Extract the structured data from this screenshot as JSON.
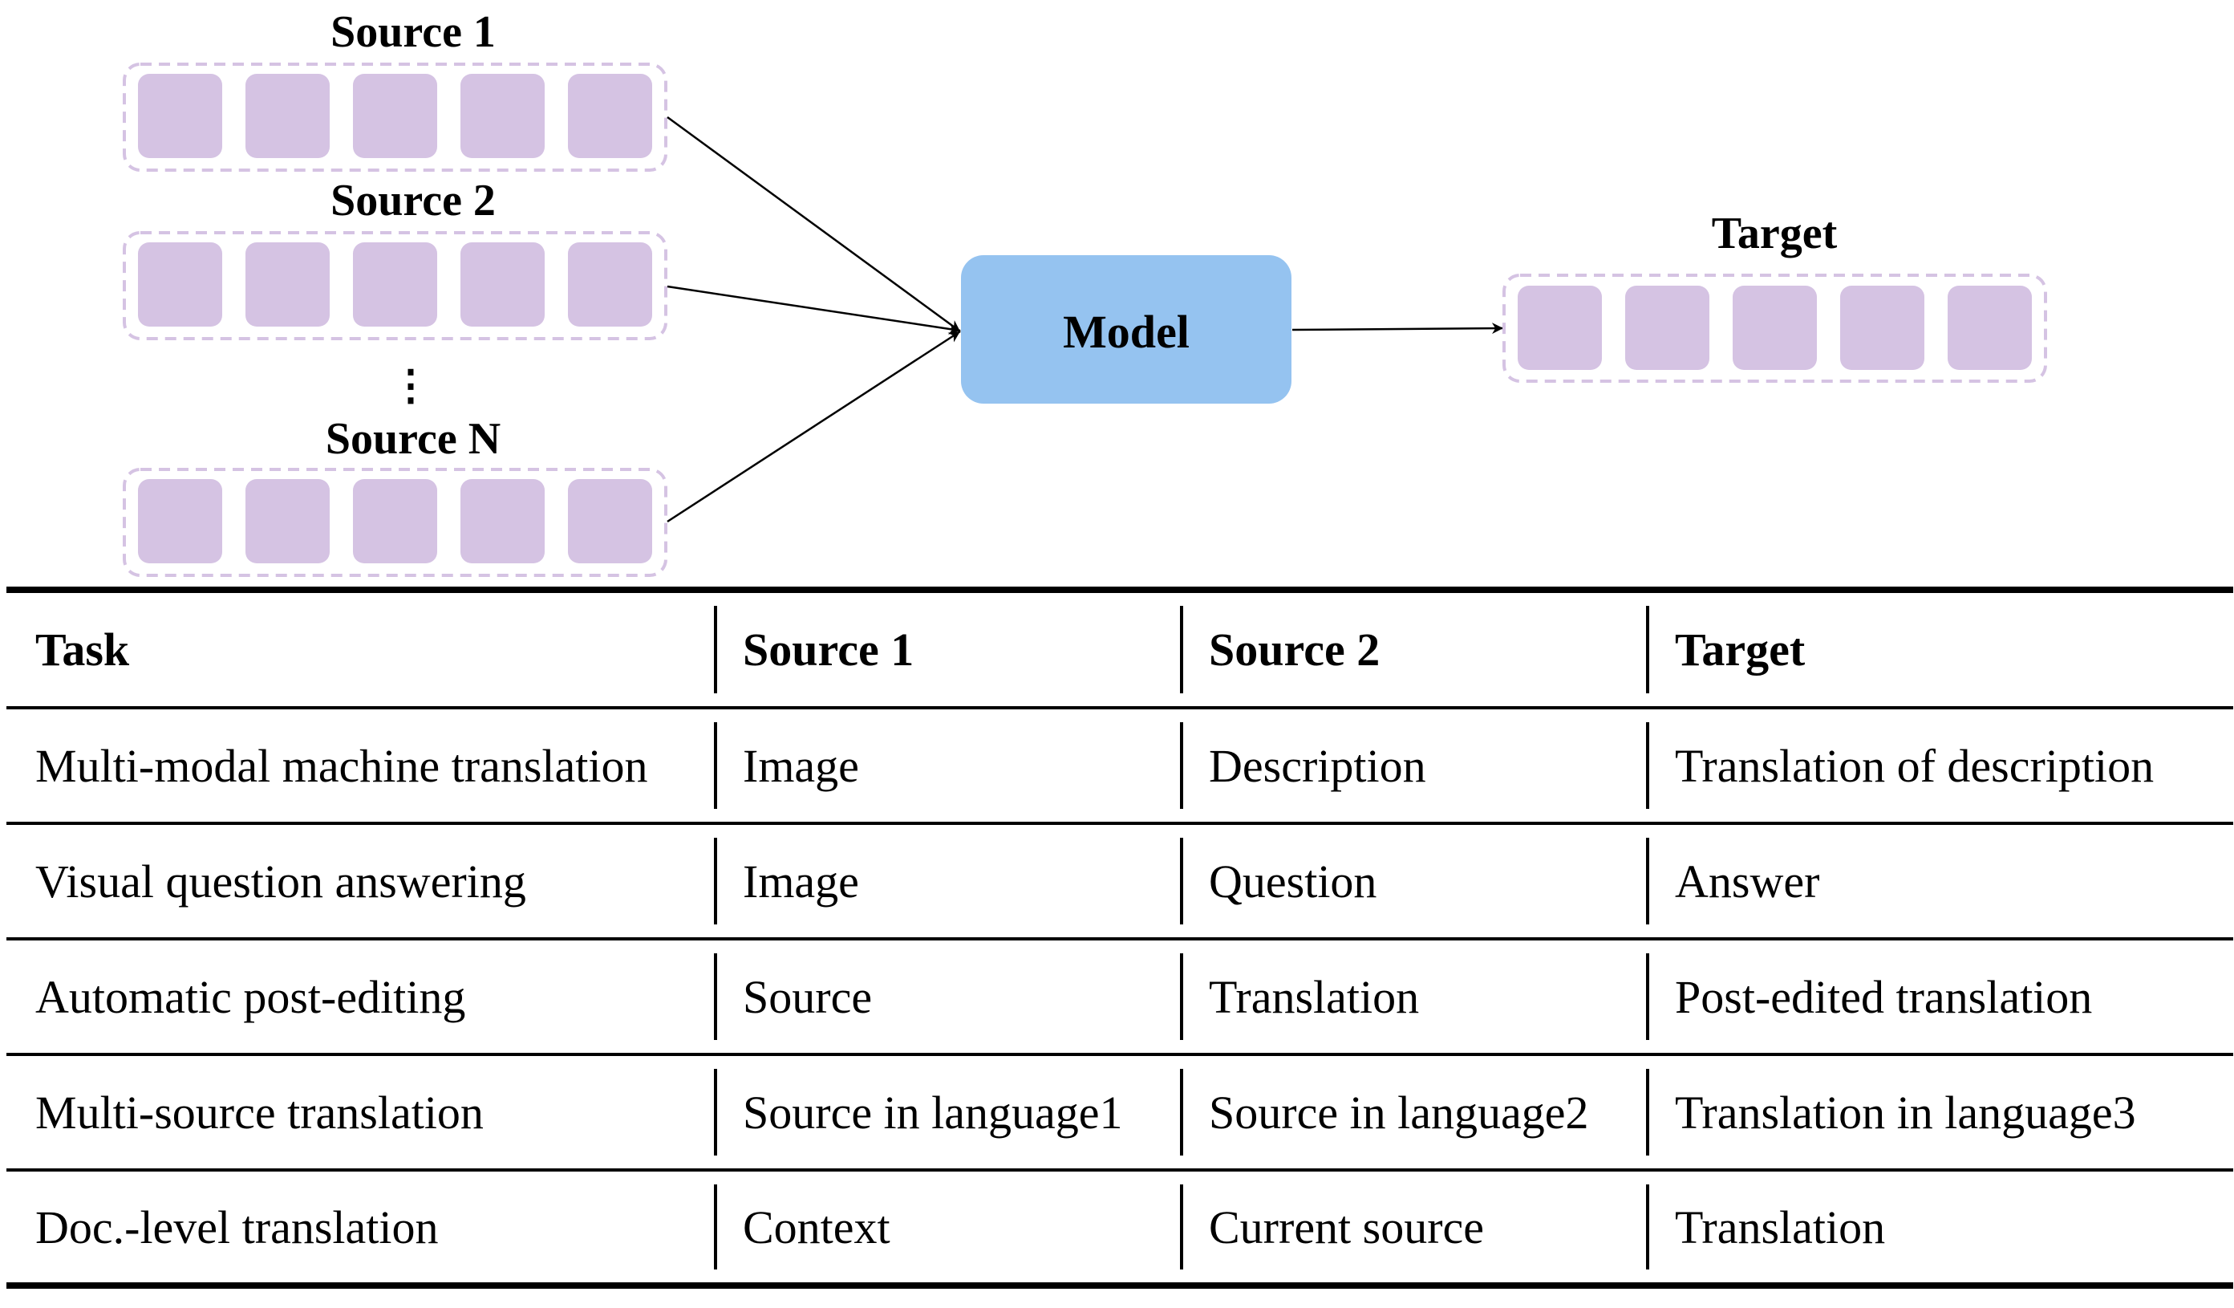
{
  "diagram": {
    "sources": [
      {
        "label": "Source 1"
      },
      {
        "label": "Source 2"
      },
      {
        "label": "Source N"
      }
    ],
    "ellipsis": "⋮",
    "model_label": "Model",
    "target_label": "Target",
    "colors": {
      "token_fill": "#d5c3e3",
      "token_border": "#d5c3e3",
      "model_fill": "#95c3f0",
      "arrow": "#000000"
    }
  },
  "table": {
    "headers": [
      "Task",
      "Source 1",
      "Source 2",
      "Target"
    ],
    "rows": [
      [
        "Multi-modal machine translation",
        "Image",
        "Description",
        "Translation of description"
      ],
      [
        "Visual question answering",
        "Image",
        "Question",
        "Answer"
      ],
      [
        "Automatic post-editing",
        "Source",
        "Translation",
        "Post-edited translation"
      ],
      [
        "Multi-source translation",
        "Source in language1",
        "Source in language2",
        "Translation in language3"
      ],
      [
        "Doc.-level translation",
        "Context",
        "Current source",
        "Translation"
      ]
    ]
  }
}
